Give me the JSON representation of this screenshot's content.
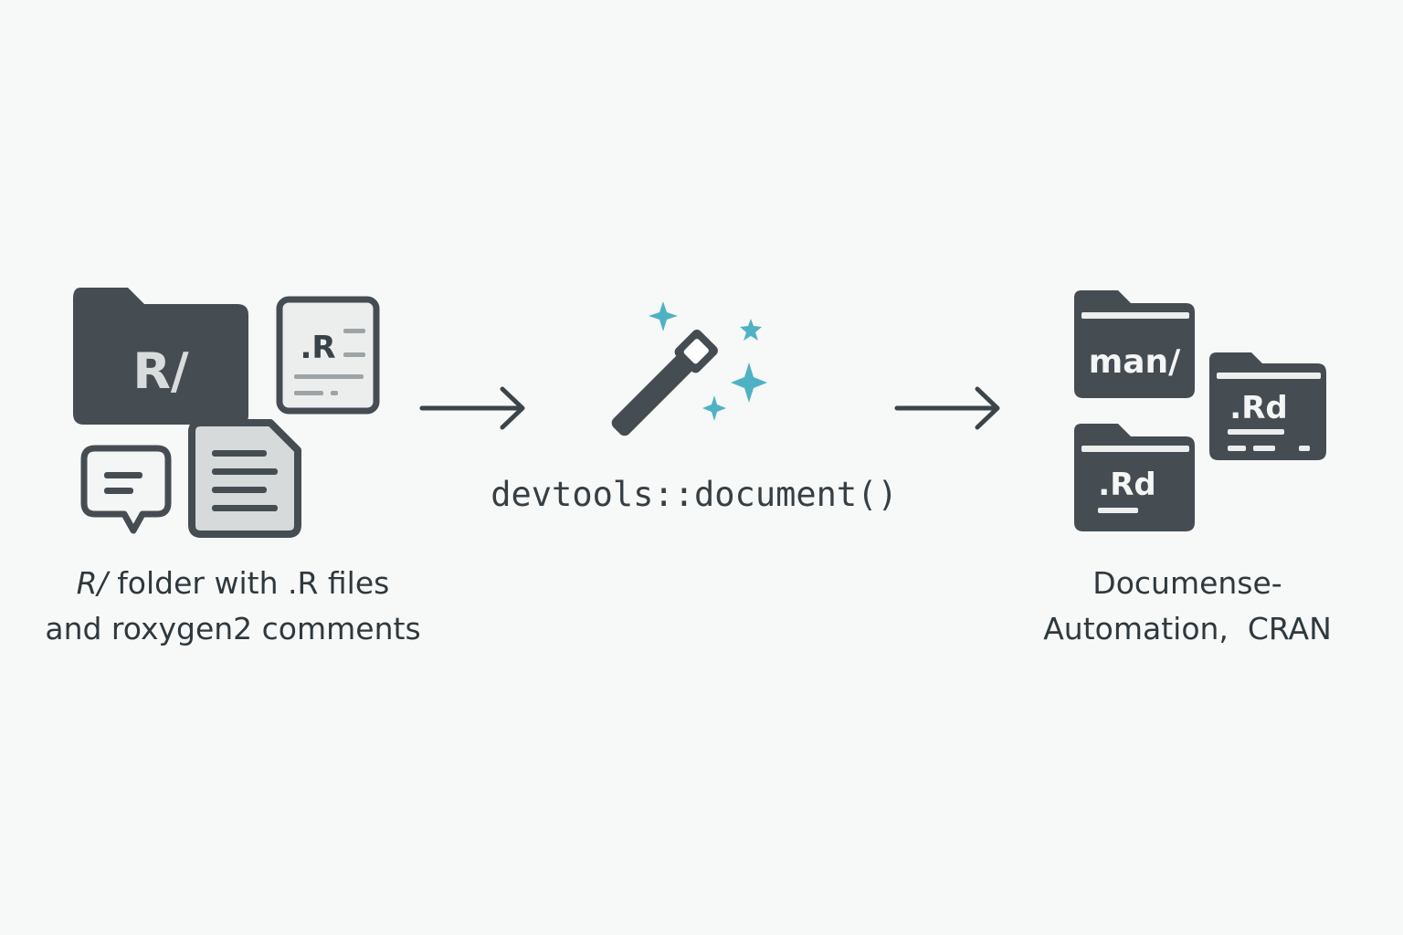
{
  "source": {
    "folder_label": "R/",
    "file_label": ".R",
    "caption_line1_prefix": "R/",
    "caption_line1_rest": " folder with .R files",
    "caption_line2": "and roxygen2 comments"
  },
  "process": {
    "command": "devtools::document()"
  },
  "output": {
    "man_folder_label": "man/",
    "rd_file_label_1": ".Rd",
    "rd_file_label_2": ".Rd",
    "caption_line1": "Documense-",
    "caption_line2": "Automation,  CRAN"
  },
  "colors": {
    "icon_dark": "#454d52",
    "icon_light": "#e6e8e8",
    "sparkle": "#4fb2c4",
    "arrow": "#3b4448",
    "background": "#f7f8f8"
  },
  "icons": {
    "source_folder": "folder-icon",
    "source_file": "r-file-icon",
    "comment": "speech-bubble-icon",
    "document": "document-icon",
    "tool": "magic-wand-icon",
    "sparkles": "sparkle-icon",
    "man_folder": "folder-icon",
    "rd_files": "folder-icon"
  }
}
